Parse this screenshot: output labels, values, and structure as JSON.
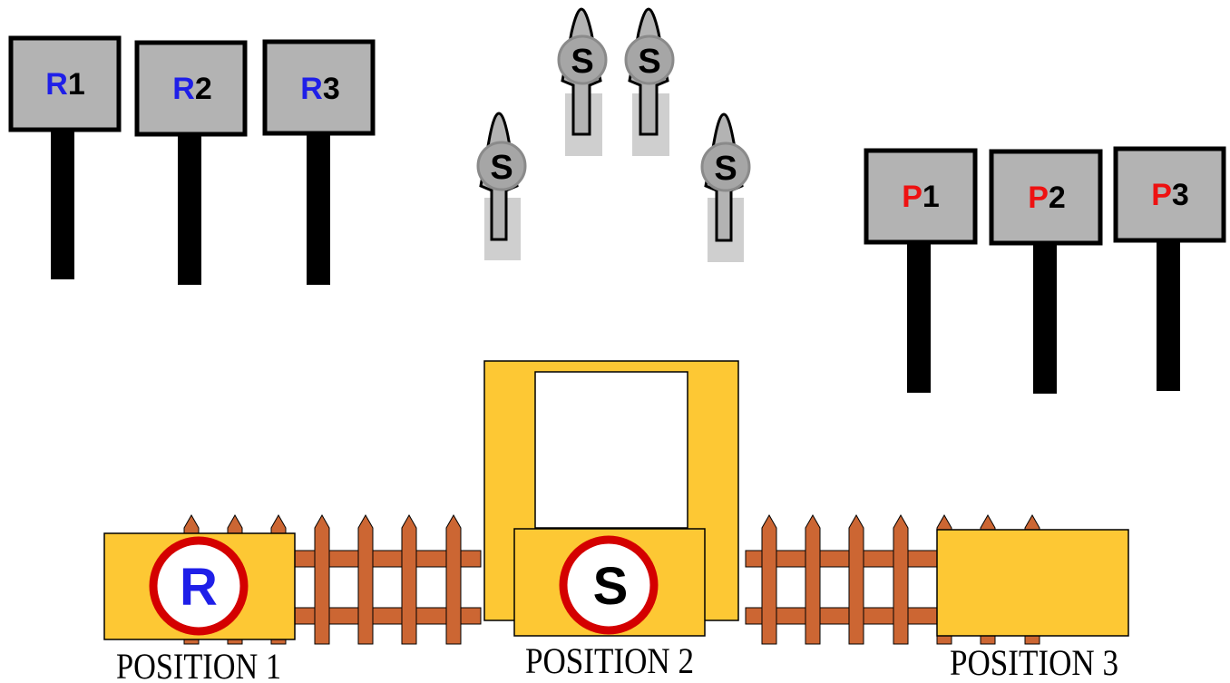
{
  "signs_left": [
    {
      "letter": "R",
      "num": "1"
    },
    {
      "letter": "R",
      "num": "2"
    },
    {
      "letter": "R",
      "num": "3"
    }
  ],
  "signs_right": [
    {
      "letter": "P",
      "num": "1"
    },
    {
      "letter": "P",
      "num": "2"
    },
    {
      "letter": "P",
      "num": "3"
    }
  ],
  "tokens": [
    {
      "letter": "S"
    },
    {
      "letter": "S"
    },
    {
      "letter": "S"
    },
    {
      "letter": "S"
    }
  ],
  "slots": [
    {
      "badge": "R",
      "label": "POSITION 1"
    },
    {
      "badge": "S",
      "label": "POSITION 2"
    },
    {
      "badge": "",
      "label": "POSITION 3"
    }
  ],
  "colors": {
    "r_letter": "#1f1fe8",
    "p_letter": "#ee1111",
    "sign_fill": "#b3b3b3",
    "box_fill": "#fdc834",
    "fence": "#cc6633",
    "badge_ring": "#d40000"
  }
}
